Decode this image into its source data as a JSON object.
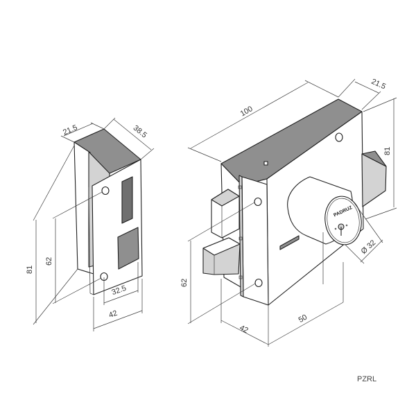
{
  "strike": {
    "dim_depth": "21.5",
    "dim_width": "38.5",
    "dim_height": "81",
    "dim_holes": "62",
    "dim_inner": "32.5",
    "dim_plate": "42"
  },
  "lock": {
    "dim_length": "100",
    "dim_depth": "21.5",
    "dim_height": "81",
    "dim_diameter": "Ø 32",
    "dim_holes": "62",
    "dim_backset": "50",
    "dim_faceplate": "42",
    "cylinder_brand": "PADRUZ"
  },
  "product_code": "PZRL",
  "colors": {
    "line": "#1f1f1f",
    "shade_mid": "#d3d3d3",
    "shade_dark": "#8f8f8f"
  }
}
